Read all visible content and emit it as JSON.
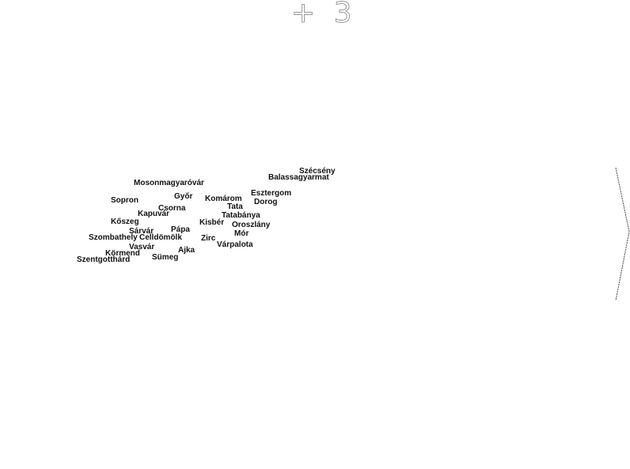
{
  "map": {
    "zoom_label": "+ 3",
    "cities": [
      {
        "name": "Szécsény"
      },
      {
        "name": "Balassagyarmat"
      },
      {
        "name": "Mosonmagyaróvár"
      },
      {
        "name": "Esztergom"
      },
      {
        "name": "Sopron"
      },
      {
        "name": "Győr"
      },
      {
        "name": "Komárom"
      },
      {
        "name": "Dorog"
      },
      {
        "name": "Tata"
      },
      {
        "name": "Csorna"
      },
      {
        "name": "Kapuvár"
      },
      {
        "name": "Tatabánya"
      },
      {
        "name": "Kőszeg"
      },
      {
        "name": "Kisbér"
      },
      {
        "name": "Oroszlány"
      },
      {
        "name": "Sárvár"
      },
      {
        "name": "Pápa"
      },
      {
        "name": "Mór"
      },
      {
        "name": "Szombathely"
      },
      {
        "name": "Celldömölk"
      },
      {
        "name": "Zirc"
      },
      {
        "name": "Várpalota"
      },
      {
        "name": "Vasvár"
      },
      {
        "name": "Körmend"
      },
      {
        "name": "Ajka"
      },
      {
        "name": "Szentgotthárd"
      },
      {
        "name": "Sümeg"
      }
    ]
  }
}
